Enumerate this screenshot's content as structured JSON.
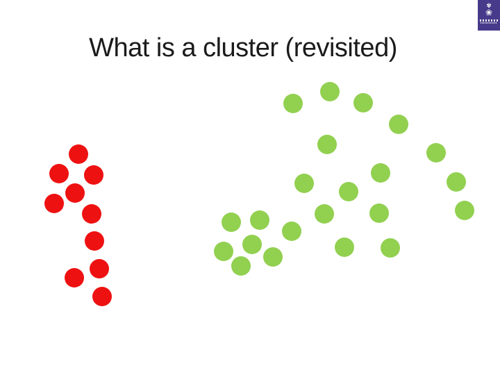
{
  "slide": {
    "title": "What is a cluster (revisited)",
    "background_color": "#ffffff"
  },
  "logo": {
    "name": "university-crest-logo",
    "bg_color": "#473a8a",
    "emblem_glyph_top": "✾",
    "emblem_glyph": "❀"
  },
  "diagram": {
    "dot_radius": 14,
    "clusters": [
      {
        "name": "red",
        "color": "#ee1111",
        "points": [
          [
            113,
            222
          ],
          [
            85,
            250
          ],
          [
            135,
            252
          ],
          [
            108,
            278
          ],
          [
            78,
            293
          ],
          [
            132,
            308
          ],
          [
            136,
            347
          ],
          [
            143,
            387
          ],
          [
            107,
            400
          ],
          [
            147,
            427
          ]
        ]
      },
      {
        "name": "green",
        "color": "#92d050",
        "points": [
          [
            422,
            149
          ],
          [
            475,
            132
          ],
          [
            523,
            148
          ],
          [
            574,
            179
          ],
          [
            471,
            208
          ],
          [
            628,
            220
          ],
          [
            438,
            264
          ],
          [
            548,
            249
          ],
          [
            502,
            276
          ],
          [
            657,
            262
          ],
          [
            467,
            308
          ],
          [
            546,
            307
          ],
          [
            669,
            303
          ],
          [
            333,
            320
          ],
          [
            374,
            317
          ],
          [
            420,
            333
          ],
          [
            322,
            362
          ],
          [
            363,
            352
          ],
          [
            393,
            370
          ],
          [
            347,
            383
          ],
          [
            496,
            356
          ],
          [
            562,
            357
          ]
        ]
      }
    ]
  }
}
